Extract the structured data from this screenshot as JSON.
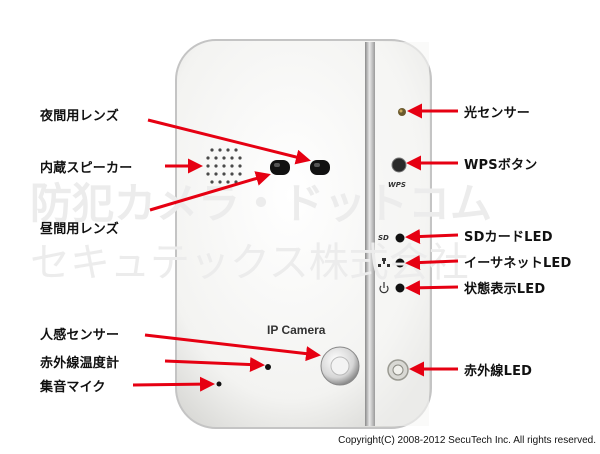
{
  "labels": {
    "night_lens": "夜間用レンズ",
    "speaker": "内蔵スピーカー",
    "day_lens": "昼間用レンズ",
    "motion_sensor": "人感センサー",
    "ir_temp": "赤外線温度計",
    "microphone": "集音マイク",
    "light_sensor": "光センサー",
    "wps_button": "WPSボタン",
    "sd_led": "SDカードLED",
    "ethernet_led": "イーサネットLED",
    "status_led": "状態表示LED",
    "ir_led": "赤外線LED"
  },
  "device": {
    "brand_text": "IP Camera",
    "wps_text": "WPS",
    "sd_text": "SD"
  },
  "watermark": {
    "line1": "防犯カメラ・ドットコム",
    "line2": "セキュテックス株式会社"
  },
  "copyright": "Copyright(C) 2008-2012 SecuTech Inc. All rights reserved.",
  "colors": {
    "arrow": "#e60012",
    "body": "#f5f5f3",
    "edge": "#bfbfbf"
  }
}
